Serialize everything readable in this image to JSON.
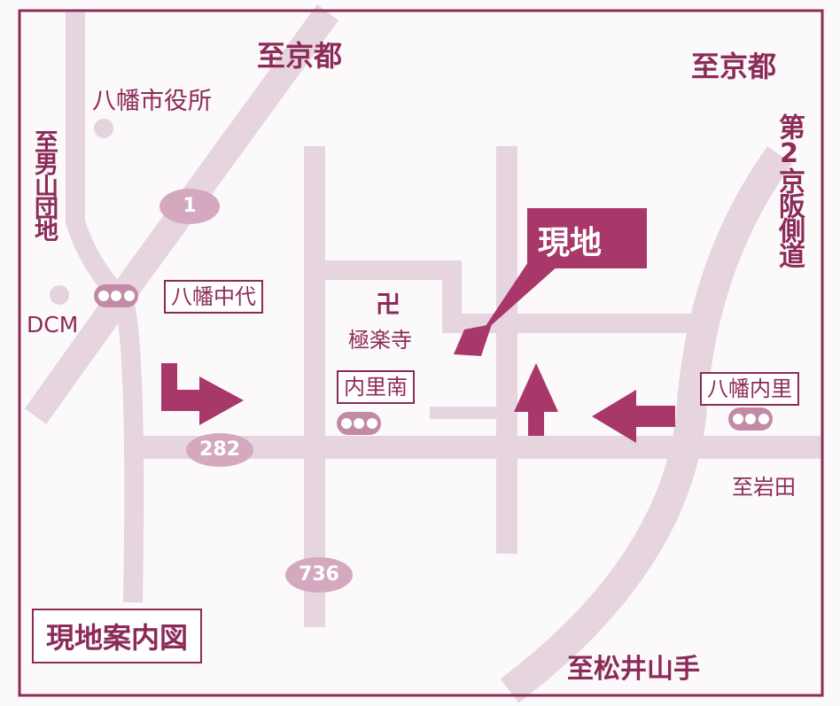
{
  "title": "現地案内図",
  "destination": "現地",
  "directions": {
    "kyoto_left": "至京都",
    "kyoto_right": "至京都",
    "otokoyama": "至男山団地",
    "iwata": "至岩田",
    "matsuiyamate": "至松井山手"
  },
  "road_names": {
    "daini_keihan": "第2京阪側道"
  },
  "landmarks": {
    "city_hall": "八幡市役所",
    "dcm": "DCM",
    "temple_symbol": "卍",
    "temple": "極楽寺"
  },
  "intersections": [
    "八幡中代",
    "内里南",
    "八幡内里"
  ],
  "route_numbers": [
    "1",
    "282",
    "736"
  ],
  "colors": {
    "text": "#8c2b58",
    "road": "#e6d4df",
    "accent": "#a8386a"
  }
}
